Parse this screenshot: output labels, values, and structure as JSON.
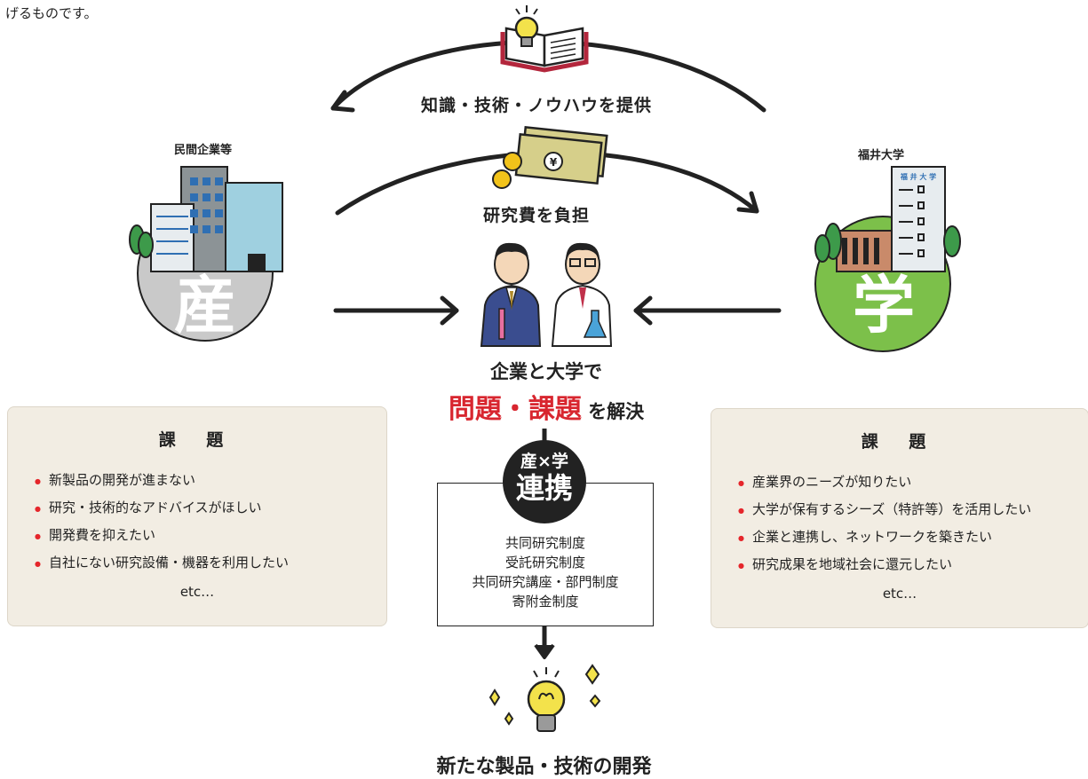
{
  "intro_text": "げるものです。",
  "top_flow": "知識・技術・ノウハウを提供",
  "mid_flow": "研究費を負担",
  "industry": {
    "label": "民間企業等",
    "char": "産",
    "color": "#c9c9c9"
  },
  "academia": {
    "label": "福井大学",
    "char": "学",
    "color": "#7cc04a",
    "sign": "福 井 大 学"
  },
  "center": {
    "line1": "企業と大学で",
    "highlight": "問題・課題",
    "suffix": "を解決"
  },
  "left_panel": {
    "title": "課 題",
    "items": [
      "新製品の開発が進まない",
      "研究・技術的なアドバイスがほしい",
      "開発費を抑えたい",
      "自社にない研究設備・機器を利用したい"
    ],
    "etc": "etc…"
  },
  "right_panel": {
    "title": "課 題",
    "items": [
      "産業界のニーズが知りたい",
      "大学が保有するシーズ（特許等）を活用したい",
      "企業と連携し、ネットワークを築きたい",
      "研究成果を地域社会に還元したい"
    ],
    "etc": "etc…"
  },
  "collab": {
    "seal_line1": "産×学",
    "seal_line2": "連携",
    "items": [
      "共同研究制度",
      "受託研究制度",
      "共同研究講座・部門制度",
      "寄附金制度"
    ]
  },
  "result": "新たな製品・技術の開発",
  "money_symbol": "¥",
  "colors": {
    "red": "#d8262f",
    "panel_bg": "#f2ede3",
    "bullet": "#e5262b",
    "gray": "#c9c9c9",
    "green": "#7cc04a"
  }
}
